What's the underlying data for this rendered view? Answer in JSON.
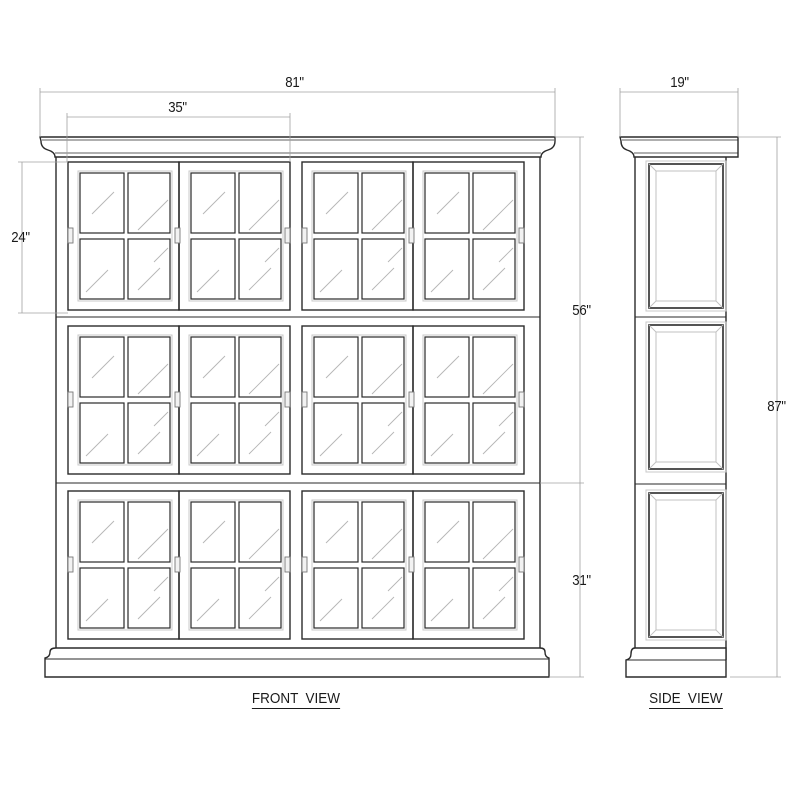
{
  "drawing": {
    "type": "cabinet elevation drawing",
    "colors": {
      "line": "#2a2a2a",
      "dim": "#9a9a9a",
      "glass": "#bdbdbd",
      "background": "#ffffff"
    }
  },
  "front_view": {
    "title": "FRONT VIEW",
    "rows": 3,
    "door_groups_per_row": 2,
    "sliding_doors_per_group": 2,
    "panes_per_door": 4,
    "dimensions": {
      "overall_width": "81\"",
      "door_group_width": "35\"",
      "top_row_height": "24\"",
      "upper_height": "56\"",
      "lower_height": "31\""
    }
  },
  "side_view": {
    "title": "SIDE VIEW",
    "panels": 3,
    "dimensions": {
      "depth": "19\"",
      "overall_height": "87\""
    }
  }
}
